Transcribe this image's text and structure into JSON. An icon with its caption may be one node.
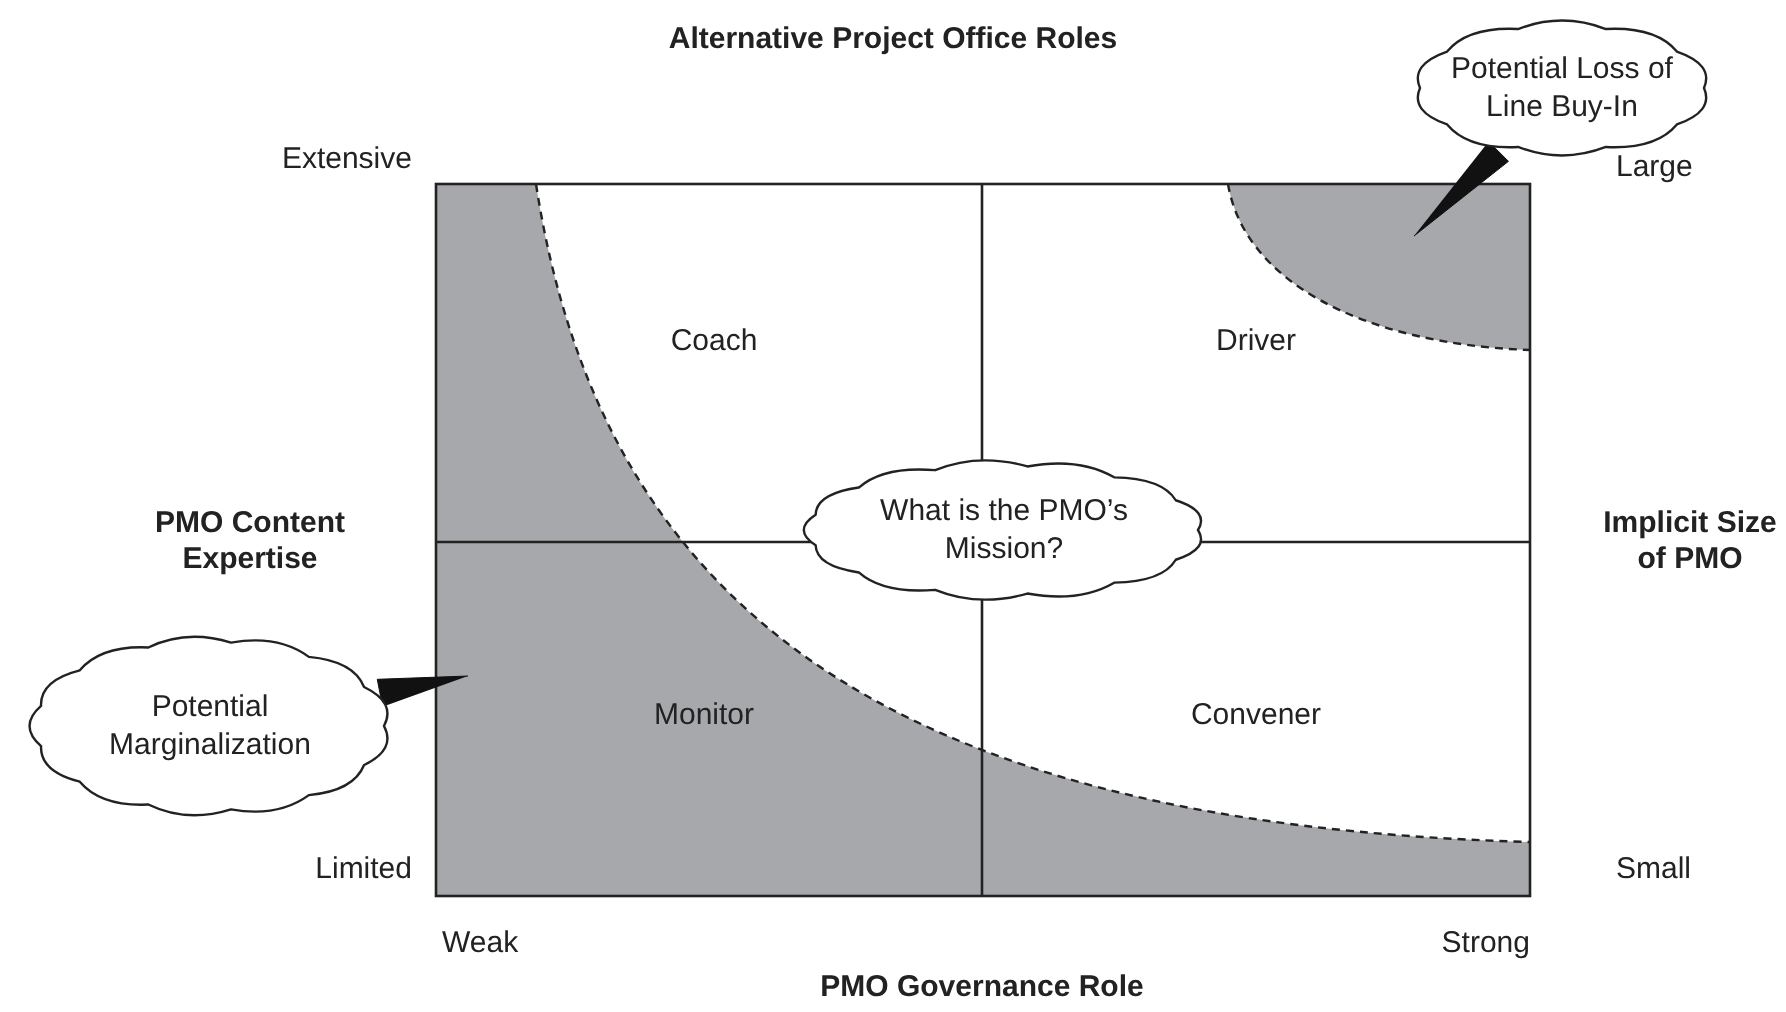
{
  "diagram": {
    "title": "Alternative Project Office Roles",
    "nodes": [
      {
        "text": [
          "Potential Loss of Line Buy-In"
        ]
      },
      {
        "text": [],
        "shape": "region"
      },
      {
        "text": [
          "What is the PMO’s Mission?"
        ]
      },
      {
        "text": [
          "Potential Marginalization"
        ]
      },
      {
        "text": [],
        "shape": "region"
      }
    ],
    "edges": [
      {
        "from": 0,
        "to": 1,
        "arrow": "none"
      },
      {
        "from": 3,
        "to": 4,
        "arrow": "none"
      }
    ],
    "labels": [
      "Extensive",
      "Large",
      "Coach",
      "Driver",
      "PMO Content Expertise",
      "Implicit Size of PMO",
      "Monitor",
      "Convener",
      "Limited",
      "Small",
      "Weak",
      "Strong",
      "PMO Governance Role"
    ]
  }
}
